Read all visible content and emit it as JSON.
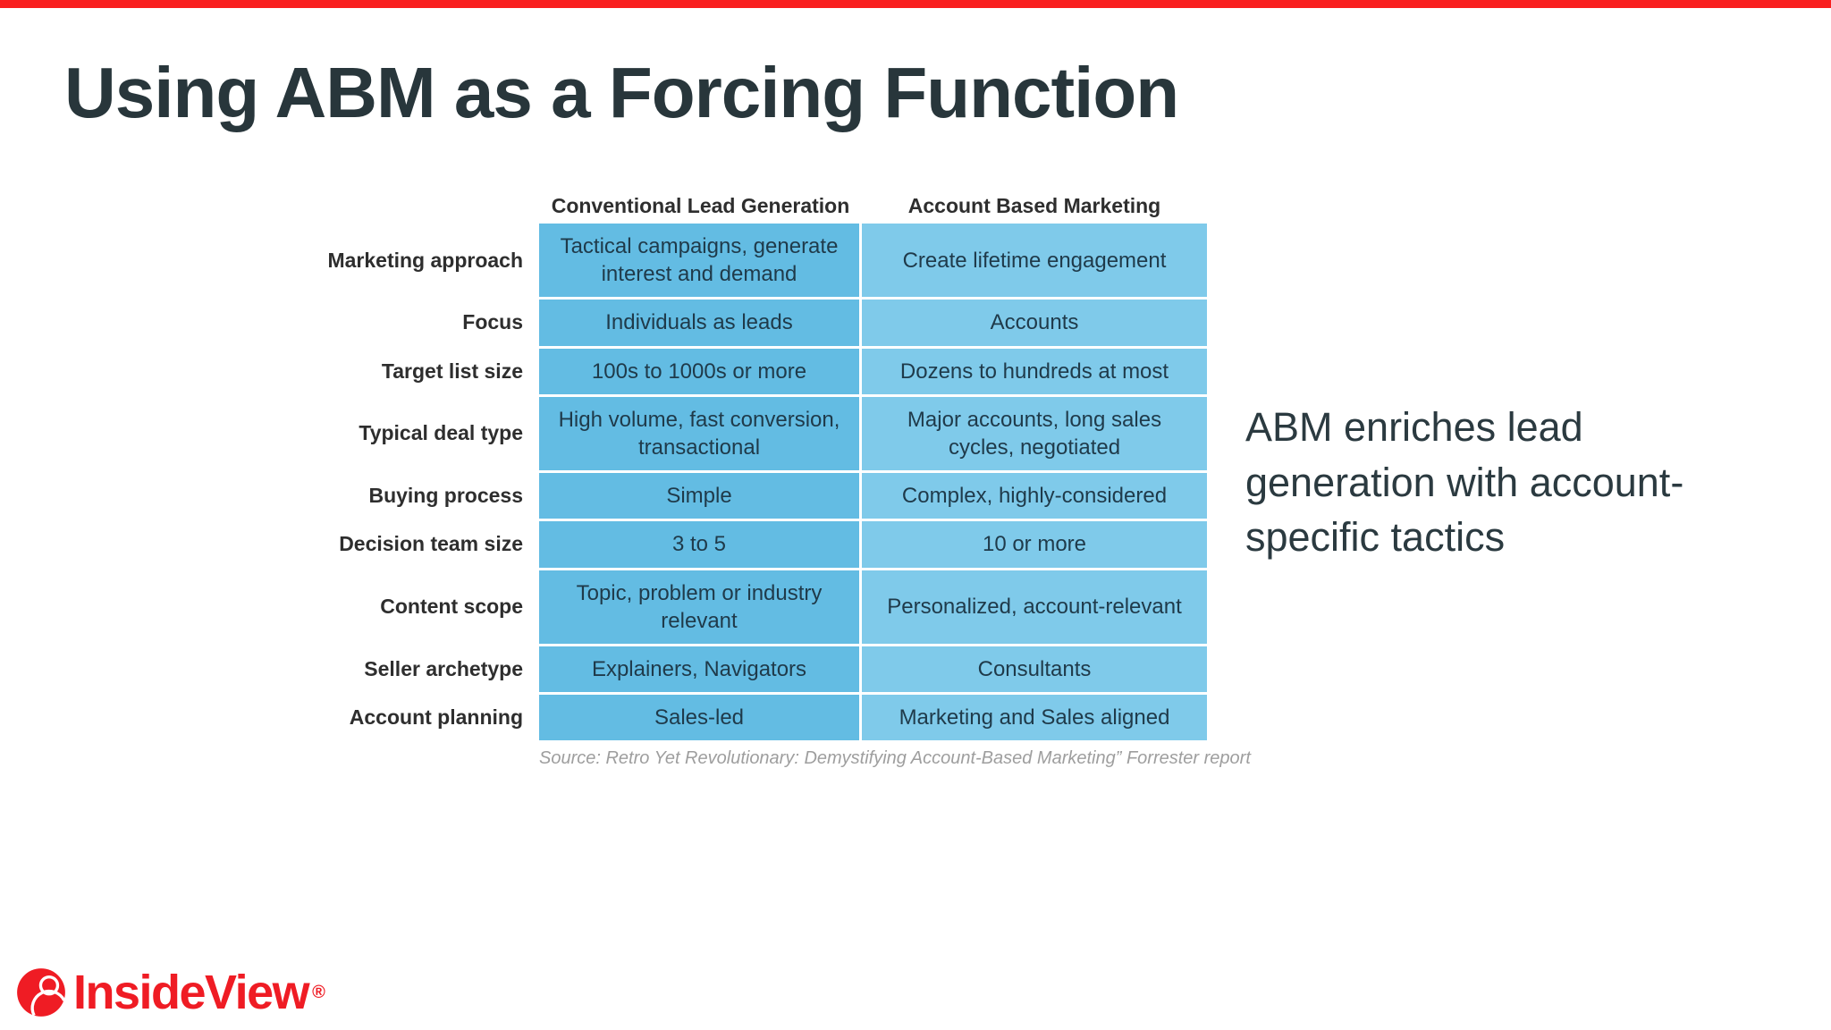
{
  "slide": {
    "title": "Using ABM as a Forcing Function",
    "accent_color": "#f91f1f",
    "title_color": "#28363b"
  },
  "comparison_table": {
    "column_headers": [
      "Conventional Lead Generation",
      "Account Based Marketing"
    ],
    "left_column_color": "#63bce3",
    "right_column_color": "#7fcaea",
    "rows": [
      {
        "label": "Marketing approach",
        "conventional": "Tactical campaigns, generate interest and demand",
        "abm": "Create lifetime engagement"
      },
      {
        "label": "Focus",
        "conventional": "Individuals as leads",
        "abm": "Accounts"
      },
      {
        "label": "Target list size",
        "conventional": "100s to 1000s or more",
        "abm": "Dozens to hundreds at most"
      },
      {
        "label": "Typical deal type",
        "conventional": "High volume, fast conversion, transactional",
        "abm": "Major accounts, long sales cycles, negotiated"
      },
      {
        "label": "Buying process",
        "conventional": "Simple",
        "abm": "Complex, highly-considered"
      },
      {
        "label": "Decision team size",
        "conventional": "3 to 5",
        "abm": "10 or more"
      },
      {
        "label": "Content scope",
        "conventional": "Topic, problem or industry relevant",
        "abm": "Personalized, account-relevant"
      },
      {
        "label": "Seller archetype",
        "conventional": "Explainers, Navigators",
        "abm": "Consultants"
      },
      {
        "label": "Account planning",
        "conventional": "Sales-led",
        "abm": "Marketing and Sales aligned"
      }
    ],
    "source": "Source: Retro Yet Revolutionary: Demystifying Account-Based Marketing” Forrester report"
  },
  "callout": {
    "text": "ABM enriches lead generation with account-specific tactics"
  },
  "footer": {
    "logo_name": "InsideView",
    "logo_registered": "®",
    "logo_color": "#ef1c24",
    "logo_mark_icon": "insideview-person-circle-icon"
  }
}
